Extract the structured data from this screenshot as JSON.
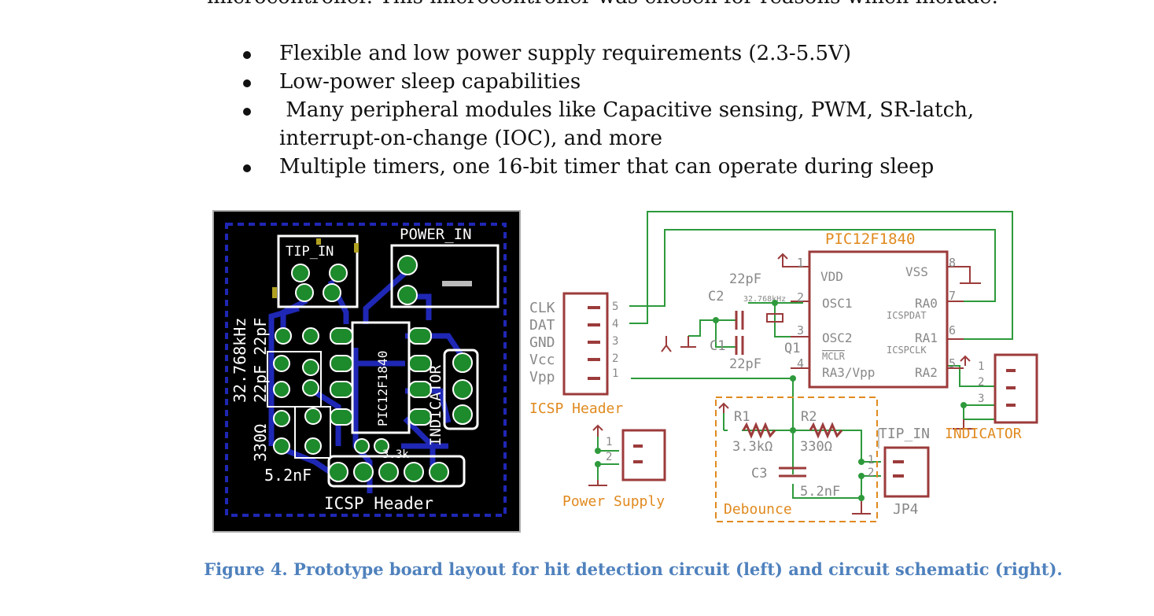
{
  "intro_line": "microcontroller. This microcontroller was chosen for reasons which include:",
  "bullets": [
    "Flexible and low power supply requirements (2.3-5.5V)",
    "Low-power sleep capabilities",
    " Many peripheral modules like Capacitive sensing, PWM, SR-latch, interrupt-on-change (IOC), and more",
    "Multiple timers, one 16-bit timer that can operate during sleep"
  ],
  "pcb": {
    "tip_in": "TIP_IN",
    "power_in": "POWER_IN",
    "crystal": "32.768kHz",
    "cap22": "22pF 22pF",
    "res": "330Ω",
    "cap52": "5.2nF",
    "icsp": "ICSP Header",
    "indicator": "INDICATOR",
    "chip": "PIC12F1840",
    "r33": "3.3k"
  },
  "schematic": {
    "chip_name": "PIC12F1840",
    "pins_left": [
      "VDD",
      "OSC1",
      "OSC2",
      "MCLR",
      "RA3/Vpp"
    ],
    "pins_right": [
      "VSS",
      "RA0",
      "ICSPDAT",
      "RA1",
      "ICSPCLK",
      "RA2"
    ],
    "pin_numbers": [
      "1",
      "2",
      "3",
      "4",
      "5",
      "6",
      "7",
      "8"
    ],
    "cap_value": "22pF",
    "c2": "C2",
    "c1": "C1",
    "q1": "Q1",
    "xtal": "32.768kHz",
    "icsp_signals": [
      "CLK",
      "DAT",
      "GND",
      "Vcc",
      "Vpp"
    ],
    "icsp_pins": [
      "5",
      "4",
      "3",
      "2",
      "1"
    ],
    "icsp_label": "ICSP Header",
    "r1": "R1",
    "r1_value": "3.3kΩ",
    "r2": "R2",
    "r2_value": "330Ω",
    "c3": "C3",
    "c3_value": "5.2nF",
    "tip_in": "TIP_IN",
    "jp4": "JP4",
    "debounce": "Debounce",
    "power_supply": "Power Supply",
    "indicator": "INDICATOR",
    "header_pins_3": [
      "1",
      "2",
      "3"
    ],
    "header_pins_2": [
      "1",
      "2"
    ]
  },
  "caption": "Figure 4. Prototype board layout for hit detection circuit (left) and circuit schematic (right).",
  "colors": {
    "pcb_bg": "#000000",
    "pcb_trace": "#1f27b5",
    "pcb_pad": "#1d8a2c",
    "wire": "#2e9a3c",
    "component": "#9c3b3b",
    "label_orange": "#e08a1e",
    "caption": "#4f81bd"
  }
}
